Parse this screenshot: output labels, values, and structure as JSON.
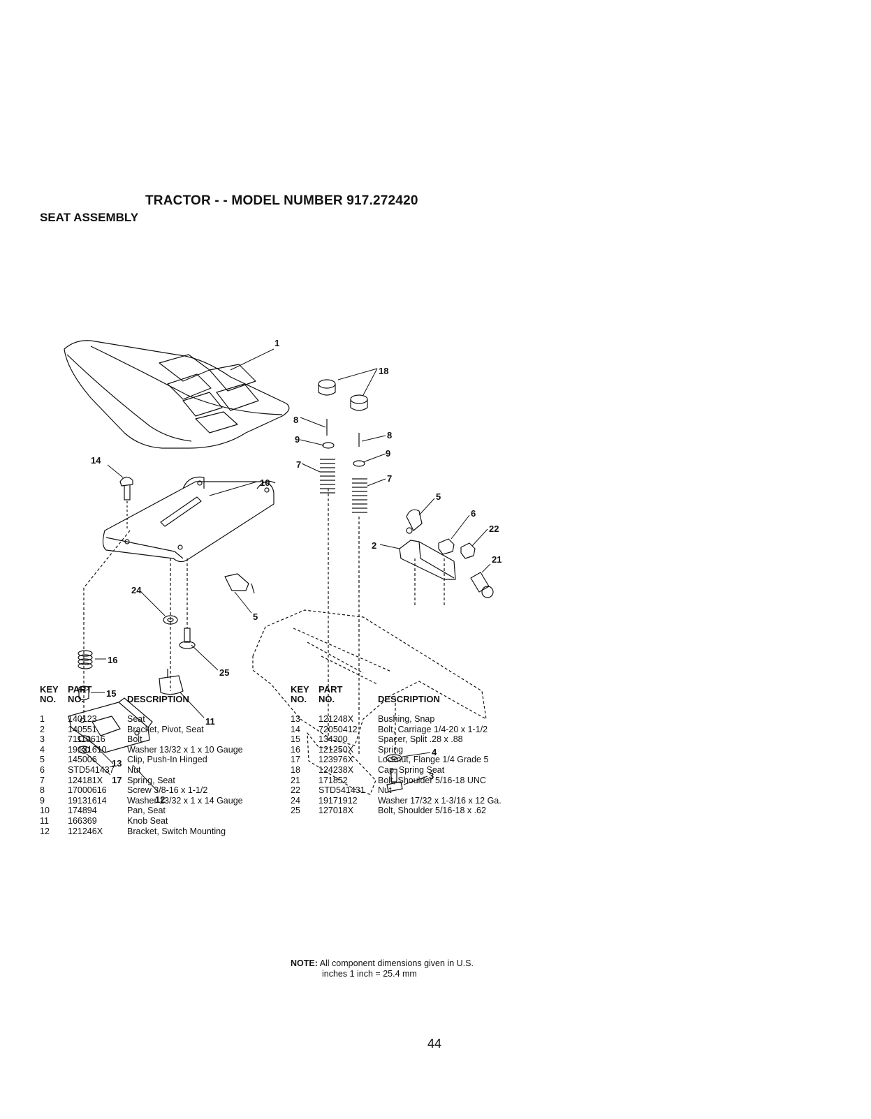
{
  "header": {
    "title": "TRACTOR - - MODEL NUMBER 917.272420",
    "section": "SEAT ASSEMBLY"
  },
  "diagram": {
    "callouts": [
      "1",
      "18",
      "8",
      "9",
      "7",
      "8",
      "9",
      "7",
      "14",
      "10",
      "5",
      "6",
      "22",
      "21",
      "2",
      "24",
      "5",
      "16",
      "25",
      "15",
      "11",
      "4",
      "13",
      "3",
      "17",
      "12"
    ]
  },
  "parts_table": {
    "headers": {
      "key_line1": "KEY",
      "key_line2": "NO.",
      "part_line1": "PART",
      "part_line2": "NO.",
      "description": "DESCRIPTION"
    },
    "left": [
      {
        "key": "1",
        "part": "140123",
        "description": "Seat"
      },
      {
        "key": "2",
        "part": "140551",
        "description": "Bracket, Pivot, Seat"
      },
      {
        "key": "3",
        "part": "71110616",
        "description": "Bolt"
      },
      {
        "key": "4",
        "part": "19131610",
        "description": "Washer 13/32 x 1 x 10 Gauge"
      },
      {
        "key": "5",
        "part": "145006",
        "description": "Clip, Push-In Hinged"
      },
      {
        "key": "6",
        "part": "STD541437",
        "description": "Nut"
      },
      {
        "key": "7",
        "part": "124181X",
        "description": "Spring, Seat"
      },
      {
        "key": "8",
        "part": "17000616",
        "description": "Screw 3/8-16 x 1-1/2"
      },
      {
        "key": "9",
        "part": "19131614",
        "description": "Washer 13/32 x 1 x 14 Gauge"
      },
      {
        "key": "10",
        "part": "174894",
        "description": "Pan, Seat"
      },
      {
        "key": "11",
        "part": "166369",
        "description": "Knob Seat"
      },
      {
        "key": "12",
        "part": "121246X",
        "description": "Bracket, Switch Mounting"
      }
    ],
    "right": [
      {
        "key": "13",
        "part": "121248X",
        "description": "Bushing, Snap"
      },
      {
        "key": "14",
        "part": "72050412",
        "description": "Bolt, Carriage 1/4-20 x 1-1/2"
      },
      {
        "key": "15",
        "part": "134300",
        "description": "Spacer, Split .28 x .88"
      },
      {
        "key": "16",
        "part": "121250X",
        "description": "Spring"
      },
      {
        "key": "17",
        "part": "123976X",
        "description": "Locknut, Flange 1/4 Grade 5"
      },
      {
        "key": "18",
        "part": "124238X",
        "description": "Cap, Spring Seat"
      },
      {
        "key": "21",
        "part": "171852",
        "description": "Bolt, Shoulder 5/16-18 UNC"
      },
      {
        "key": "22",
        "part": "STD541431",
        "description": "Nut"
      },
      {
        "key": "24",
        "part": "19171912",
        "description": "Washer 17/32 x 1-3/16 x 12 Ga."
      },
      {
        "key": "25",
        "part": "127018X",
        "description": "Bolt, Shoulder 5/16-18 x .62"
      }
    ]
  },
  "note": {
    "label": "NOTE:",
    "line1": "All component dimensions given in U.S.",
    "line2": "inches 1 inch = 25.4 mm"
  },
  "page_number": "44"
}
